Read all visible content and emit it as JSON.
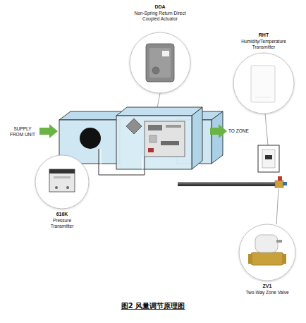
{
  "diagram": {
    "caption": "图2 风量调节原理图",
    "nodes": [
      {
        "text": [
          "DDA",
          "Non-Spring Return Direct Coupled Actuator"
        ]
      },
      {
        "text": [
          "RHT",
          "Humidity/Temperature Transmitter"
        ]
      },
      {
        "text": [
          "616K",
          "Pressure Transmitter"
        ]
      },
      {
        "text": [
          "ZV1",
          "Two-Way Zone Valve"
        ]
      }
    ],
    "labels": [
      "SUPPLY FROM UNIT",
      "TO ZONE"
    ]
  }
}
